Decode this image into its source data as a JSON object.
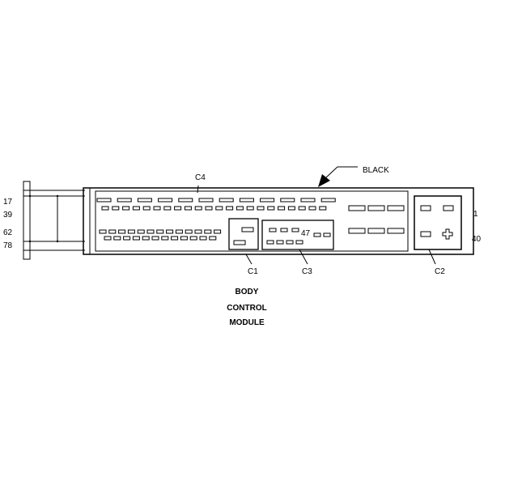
{
  "labels": {
    "black": "BLACK",
    "c4": "C4",
    "c1": "C1",
    "c3": "C3",
    "c2": "C2",
    "pin_17": "17",
    "pin_39": "39",
    "pin_62": "62",
    "pin_78": "78",
    "pin_1": "1",
    "pin_40": "40",
    "pin_47": "47"
  },
  "title_lines": [
    "BODY",
    "CONTROL",
    "MODULE"
  ]
}
